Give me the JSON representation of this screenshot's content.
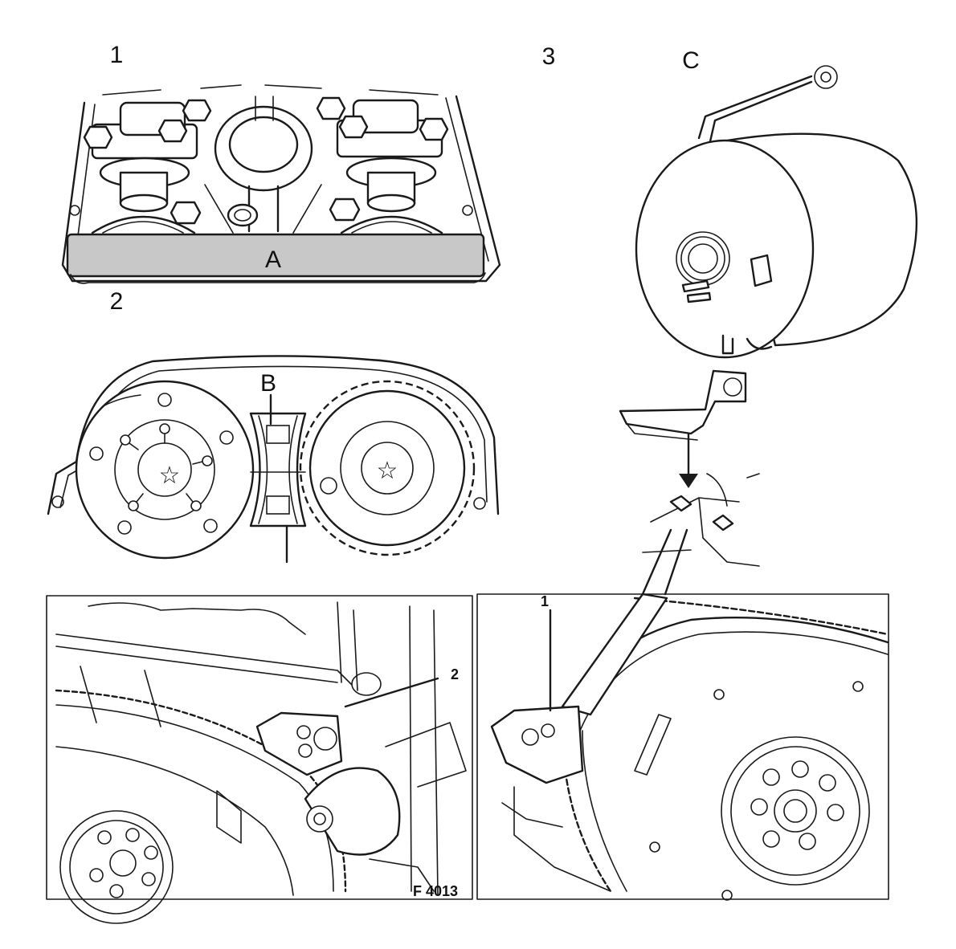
{
  "labels": {
    "step1": "1",
    "step2": "2",
    "step3": "3",
    "tool_a": "A",
    "tool_b": "B",
    "tool_c": "C",
    "star_left": "☆",
    "star_right": "☆",
    "callout_left": "2",
    "callout_right": "1",
    "figure_code": "F 4013"
  },
  "colors": {
    "tool_fill": "#c8c8c8",
    "line": "#1a1a1a",
    "background": "#ffffff"
  },
  "icons": {
    "arrow": "down-arrow-icon",
    "star": "star-icon"
  }
}
